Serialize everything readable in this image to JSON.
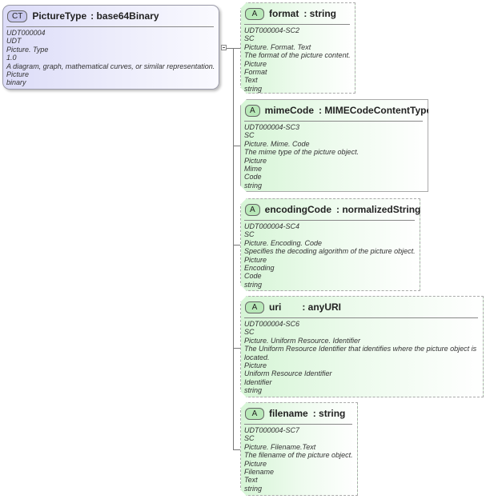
{
  "complex_type": {
    "badge": "CT",
    "name": "PictureType",
    "type": ": base64Binary",
    "lines": [
      "UDT000004",
      "UDT",
      "Picture. Type",
      "1.0",
      "A diagram, graph, mathematical curves, or similar representation.",
      "Picture",
      "binary"
    ]
  },
  "attributes": [
    {
      "badge": "A",
      "name": "format",
      "type": ": string",
      "optional": true,
      "lines": [
        "UDT000004-SC2",
        "SC",
        "Picture. Format. Text",
        "The format of the picture content.",
        "Picture",
        "Format",
        "Text",
        "string"
      ]
    },
    {
      "badge": "A",
      "name": "mimeCode",
      "type": ": MIMECodeContentType",
      "optional": false,
      "lines": [
        "UDT000004-SC3",
        "SC",
        "Picture. Mime. Code",
        "The mime type of the picture object.",
        "Picture",
        "Mime",
        "Code",
        "string"
      ]
    },
    {
      "badge": "A",
      "name": "encodingCode",
      "type": ": normalizedString",
      "optional": true,
      "lines": [
        "UDT000004-SC4",
        "SC",
        "Picture. Encoding. Code",
        "Specifies the decoding algorithm of the picture object.",
        "Picture",
        "Encoding",
        "Code",
        "string"
      ]
    },
    {
      "badge": "A",
      "name": "uri",
      "type": ": anyURI",
      "optional": true,
      "lines": [
        "UDT000004-SC6",
        "SC",
        "Picture. Uniform Resource. Identifier",
        "The Uniform Resource Identifier that identifies where the picture object is",
        "located.",
        "Picture",
        "Uniform Resource Identifier",
        "Identifier",
        "string"
      ]
    },
    {
      "badge": "A",
      "name": "filename",
      "type": ": string",
      "optional": true,
      "lines": [
        "UDT000004-SC7",
        "SC",
        "Picture. Filename.Text",
        "The filename of the picture object.",
        "Picture",
        "Filename",
        "Text",
        "string"
      ]
    }
  ]
}
